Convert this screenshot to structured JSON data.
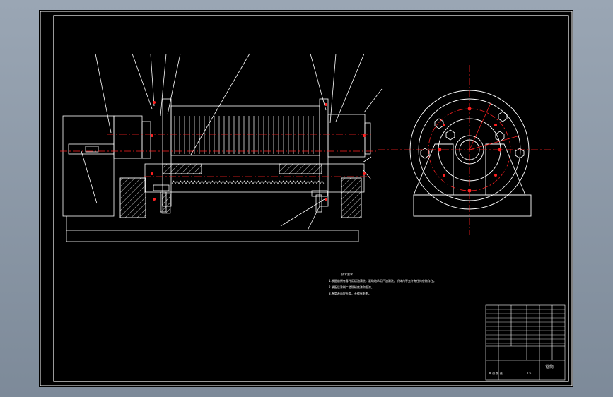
{
  "drawing": {
    "notes_heading": "技术要求",
    "notes": [
      "1.装配前所有零件用煤油清洗，滚动轴承用汽油清洗，机体内不允许有任何杂物存在。",
      "2.装配后涂刷二道防锈底漆和面漆。",
      "3.卷筒表面应光滑，不得有毛刺。"
    ],
    "title_block": {
      "name": "卷筒",
      "scale": "1:5",
      "sheet": "共 张 第 张"
    }
  },
  "colors": {
    "background": "#000000",
    "line": "#ffffff",
    "centerline": "#ff2020",
    "border": "#ffffff"
  }
}
